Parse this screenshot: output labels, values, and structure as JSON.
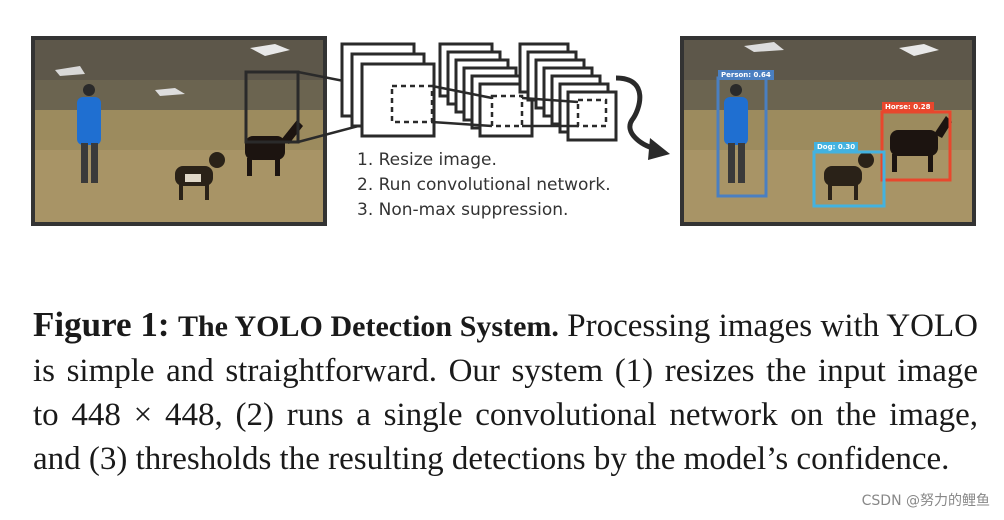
{
  "figure": {
    "steps": [
      "1. Resize image.",
      "2. Run convolutional network.",
      "3. Non-max suppression."
    ],
    "detections": [
      {
        "label": "Person: 0.64",
        "color": "#4a7fc1"
      },
      {
        "label": "Horse: 0.28",
        "color": "#e8472d"
      },
      {
        "label": "Dog: 0.30",
        "color": "#43b2e0"
      }
    ]
  },
  "caption": {
    "label": "Figure 1:",
    "title": "The YOLO Detection System.",
    "text": "Processing images with YOLO is simple and straightforward. Our system (1) resizes the input image to 448 × 448, (2) runs a single convolutional net­work on the image, and (3) thresholds the resulting detections by the model’s confidence."
  },
  "watermark": "CSDN @努力的鲤鱼",
  "colors": {
    "frame": "#333333",
    "text": "#1a1a1a"
  }
}
